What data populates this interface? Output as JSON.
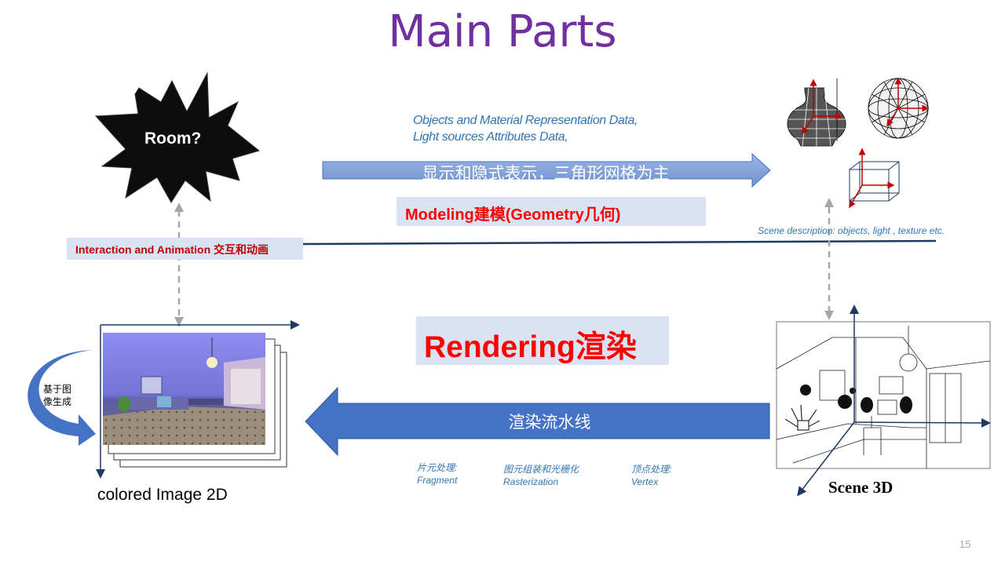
{
  "slide": {
    "title": "Main Parts",
    "page_number": "15"
  },
  "room_label": "Room?",
  "modeling": {
    "data_text_line1": "Objects and Material Representation Data,",
    "data_text_line2": "Light sources Attributes Data,",
    "arrow_label": "显示和隐式表示，三角形网格为主",
    "box_label": "Modeling建模(Geometry几何)"
  },
  "interaction_label": "Interaction and Animation 交互和动画",
  "scene_description": "Scene description: objects, light , texture  etc.",
  "rendering": {
    "box_label": "Rendering渲染",
    "pipeline_label": "渲染流水线",
    "stages": [
      {
        "cn": "片元处理:",
        "en": "Fragment"
      },
      {
        "cn": "图元组装和光栅化",
        "en": "Rasterization"
      },
      {
        "cn": "顶点处理:",
        "en": "Vertex"
      }
    ]
  },
  "image_2d_label": "colored Image 2D",
  "scene_3d_label": "Scene 3D",
  "image_based_label": "基于图像生成",
  "colors": {
    "title": "#7030a0",
    "arrow_fill": "#4472c4",
    "label_box": "#dae3f3",
    "accent_red": "#ff0000",
    "text_blue": "#2e75b6"
  },
  "icons": [
    "starburst-icon",
    "vase-wireframe-icon",
    "sphere-wireframe-icon",
    "cube-wireframe-icon"
  ]
}
